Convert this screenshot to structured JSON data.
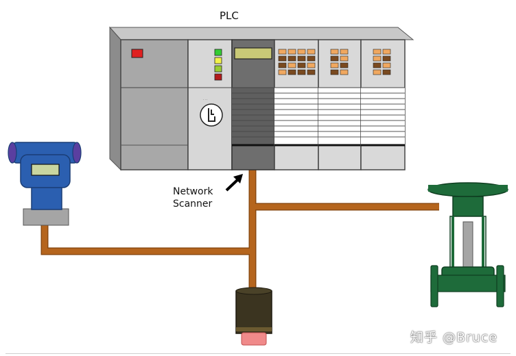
{
  "labels": {
    "plc": "PLC",
    "network_line1": "Network",
    "network_line2": "Scanner",
    "watermark": "知乎 @Bruce"
  },
  "colors": {
    "cable": "#b5651d",
    "cable_edge": "#8a4a12",
    "plc_body": "#a9a9a9",
    "plc_dark": "#6e6e6e",
    "transmitter_blue": "#2b5fb0",
    "valve_green": "#1e6b3a",
    "sensor_body": "#3b3420",
    "sensor_lens": "#f08a8a",
    "status_green": "#33cc33",
    "status_yellow": "#f2f24a",
    "status_lime": "#99cc33",
    "status_red": "#b31b1b",
    "alarm_red": "#e02020",
    "display_lcd": "#c9c977",
    "keypad_orange": "#f0a860",
    "keypad_brown": "#7a4a20"
  }
}
